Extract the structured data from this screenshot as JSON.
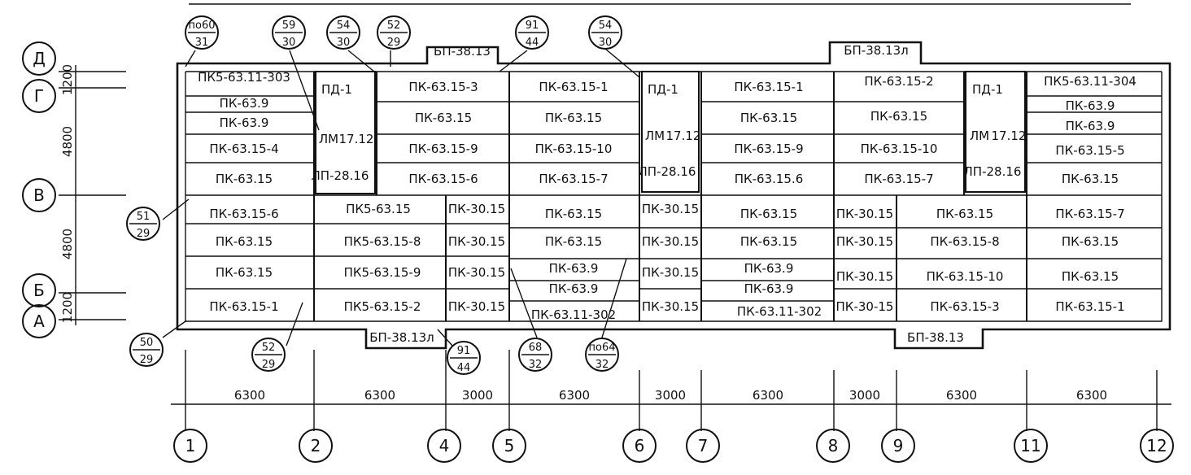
{
  "axes_horizontal": [
    "1",
    "2",
    "4",
    "5",
    "6",
    "7",
    "8",
    "9",
    "11",
    "12"
  ],
  "axes_vertical": [
    "Д",
    "Г",
    "В",
    "Б",
    "А"
  ],
  "dimensions_horizontal": [
    "6300",
    "6300",
    "3000",
    "6300",
    "3000",
    "6300",
    "3000",
    "6300",
    "6300"
  ],
  "dimensions_vertical": [
    "1200",
    "4800",
    "4800",
    "1200"
  ],
  "callouts": [
    {
      "top": "по60",
      "bottom": "31"
    },
    {
      "top": "59",
      "bottom": "30"
    },
    {
      "top": "54",
      "bottom": "30"
    },
    {
      "top": "52",
      "bottom": "29"
    },
    {
      "top": "91",
      "bottom": "44"
    },
    {
      "top": "54",
      "bottom": "30"
    },
    {
      "top": "51",
      "bottom": "29"
    },
    {
      "top": "50",
      "bottom": "29"
    },
    {
      "top": "52",
      "bottom": "29"
    },
    {
      "top": "91",
      "bottom": "44"
    },
    {
      "top": "68",
      "bottom": "32"
    },
    {
      "top": "по64",
      "bottom": "32"
    }
  ],
  "labels": [
    "ПК5-63.11-303",
    "ПК-63.9",
    "ПК-63.9",
    "ПК-63.15-4",
    "ПК-63.15",
    "ПК-63.15-6",
    "ПК-63.15",
    "ПК-63.15",
    "ПК-63.15-1",
    "ПД-1",
    "ЛМ",
    "17.12",
    "ЛП-28.16",
    "ПК-63.15-3",
    "ПК-63.15",
    "ПК-63.15-9",
    "ПК-63.15-6",
    "ПК-63.15-1",
    "ПК-63.15",
    "ПК-63.15-10",
    "ПК-63.15-7",
    "ПК5-63.15",
    "ПК5-63.15-8",
    "ПК5-63.15-9",
    "ПК5-63.15-2",
    "ПК-30.15",
    "ПК-30.15",
    "ПК-30.15",
    "ПК-30.15",
    "ПК-63.15",
    "ПК-63.15",
    "ПК-63.9",
    "ПК-63.9",
    "ПК-63.11-302",
    "ПД-1",
    "ЛМ",
    "17.12",
    "ЛП-28.16",
    "ПК-30.15",
    "ПК-30.15",
    "ПК-30.15",
    "ПК-30.15",
    "ПК-63.15-1",
    "ПК-63.15",
    "ПК-63.15-9",
    "ПК-63.15.6",
    "ПК-63.15",
    "ПК-63.15",
    "ПК-63.9",
    "ПК-63.9",
    "ПК-63.11-302",
    "ПК-63.15-2",
    "ПК-63.15",
    "ПК-63.15-10",
    "ПК-63.15-7",
    "ПК-30.15",
    "ПК-30.15",
    "ПК-30.15",
    "ПК-30-15",
    "ПК-63.15",
    "ПК-63.15-8",
    "ПК-63.15-10",
    "ПК-63.15-3",
    "ПД-1",
    "ЛМ",
    "17.12",
    "ЛП-28.16",
    "ПК5-63.11-304",
    "ПК-63.9",
    "ПК-63.9",
    "ПК-63.15-5",
    "ПК-63.15",
    "ПК-63.15-7",
    "ПК-63.15",
    "ПК-63.15",
    "ПК-63.15-1",
    "БП-38.13",
    "БП-38.13л",
    "БП-38.13л",
    "БП-38.13"
  ]
}
